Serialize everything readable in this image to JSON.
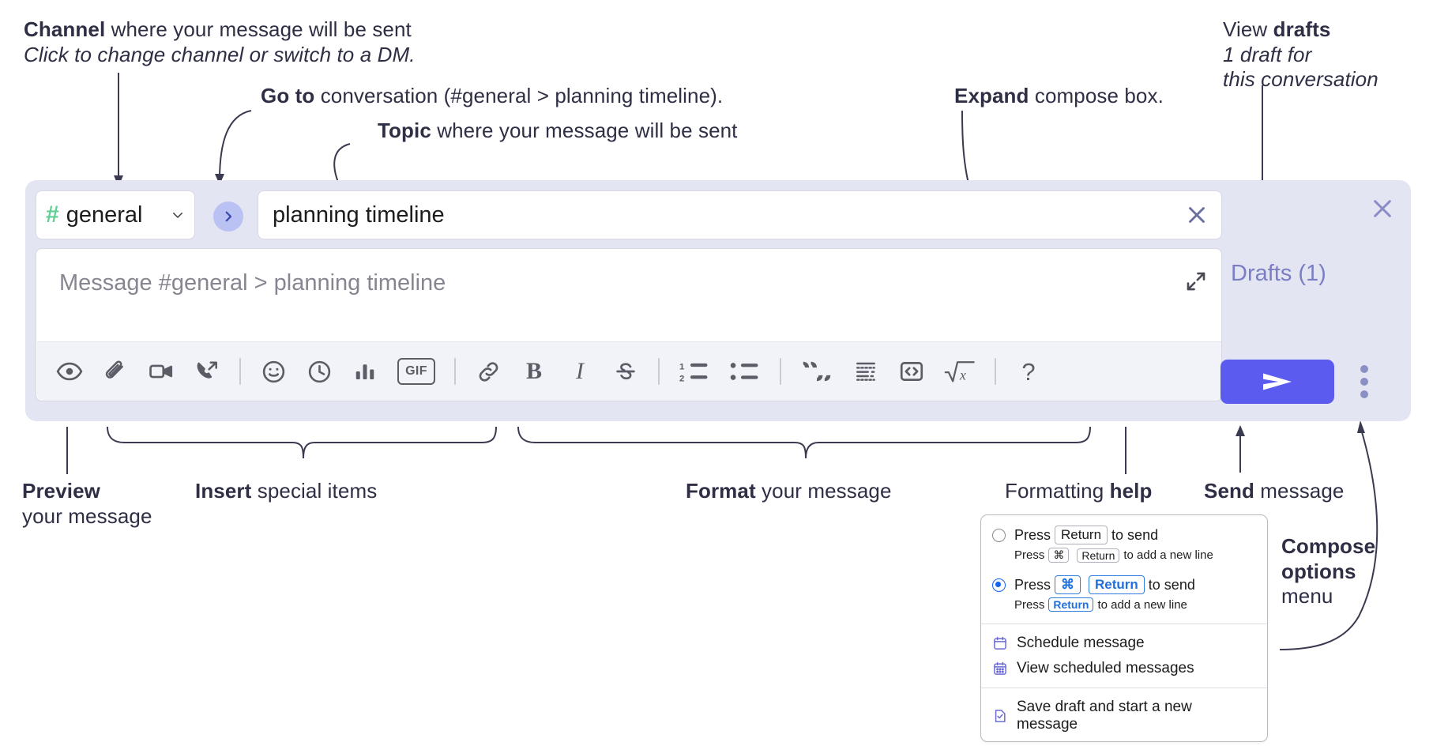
{
  "annotations": {
    "channel": {
      "line1_bold": "Channel",
      "line1_rest": " where your message will be sent",
      "line2_italic": "Click to change channel or switch to a DM."
    },
    "goto": {
      "bold": "Go to",
      "rest": " conversation (#general > planning timeline)."
    },
    "topic": {
      "bold": "Topic",
      "rest": " where your message will be sent"
    },
    "expand": {
      "bold": "Expand",
      "rest": " compose box."
    },
    "drafts": {
      "line1_rest": "View ",
      "line1_bold": "drafts",
      "line2_italic": "1 draft for",
      "line3_italic": "this conversation"
    },
    "preview": {
      "bold": "Preview",
      "rest": "your message"
    },
    "insert": {
      "bold": "Insert",
      "rest": " special items"
    },
    "format": {
      "bold": "Format",
      "rest": " your message"
    },
    "formatting_help": {
      "rest": "Formatting ",
      "bold": "help"
    },
    "send": {
      "bold": "Send",
      "rest": " message"
    },
    "compose_options": {
      "bold1": "Compose",
      "bold2": "options",
      "rest": "menu"
    }
  },
  "compose": {
    "channel_name": "general",
    "hash_symbol": "#",
    "topic_value": "planning timeline",
    "message_placeholder": "Message #general > planning timeline",
    "drafts_label": "Drafts (1)",
    "toolbar": [
      {
        "name": "preview-icon",
        "label": "Preview",
        "type": "icon"
      },
      {
        "name": "attachment-icon",
        "label": "Attach file",
        "type": "icon"
      },
      {
        "name": "video-icon",
        "label": "Record video clip",
        "type": "icon"
      },
      {
        "name": "audio-call-icon",
        "label": "Record audio clip",
        "type": "icon"
      },
      {
        "name": "separator-1",
        "label": "",
        "type": "sep"
      },
      {
        "name": "emoji-icon",
        "label": "Emoji",
        "type": "icon"
      },
      {
        "name": "schedule-icon",
        "label": "Schedule",
        "type": "icon"
      },
      {
        "name": "poll-icon",
        "label": "Poll",
        "type": "icon"
      },
      {
        "name": "gif-icon",
        "label": "GIF",
        "type": "gif"
      },
      {
        "name": "separator-2",
        "label": "",
        "type": "sep"
      },
      {
        "name": "link-icon",
        "label": "Link",
        "type": "icon"
      },
      {
        "name": "bold-icon",
        "label": "B",
        "type": "icon"
      },
      {
        "name": "italic-icon",
        "label": "I",
        "type": "icon"
      },
      {
        "name": "strikethrough-icon",
        "label": "S",
        "type": "icon"
      },
      {
        "name": "separator-3",
        "label": "",
        "type": "sep"
      },
      {
        "name": "ordered-list-icon",
        "label": "Ordered list",
        "type": "icon"
      },
      {
        "name": "bulleted-list-icon",
        "label": "Bulleted list",
        "type": "icon"
      },
      {
        "name": "separator-4",
        "label": "",
        "type": "sep"
      },
      {
        "name": "blockquote-icon",
        "label": "Blockquote",
        "type": "icon"
      },
      {
        "name": "code-block-icon",
        "label": "Code block",
        "type": "icon"
      },
      {
        "name": "inline-code-icon",
        "label": "Inline code",
        "type": "icon"
      },
      {
        "name": "math-icon",
        "label": "Math",
        "type": "icon"
      },
      {
        "name": "separator-5",
        "label": "",
        "type": "sep"
      },
      {
        "name": "help-icon",
        "label": "?",
        "type": "help"
      }
    ]
  },
  "options_menu": {
    "option_1": {
      "selected": false,
      "pre": "Press",
      "key": "Return",
      "post": "to send",
      "sub_pre": "Press",
      "sub_key1": "⌘",
      "sub_key2": "Return",
      "sub_post": "to add a new line"
    },
    "option_2": {
      "selected": true,
      "pre": "Press",
      "key1": "⌘",
      "key2": "Return",
      "post": "to send",
      "sub_pre": "Press",
      "sub_key": "Return",
      "sub_post": "to add a new line"
    },
    "items": [
      {
        "icon": "calendar-icon",
        "label": "Schedule message"
      },
      {
        "icon": "calendar-grid-icon",
        "label": "View scheduled messages"
      },
      {
        "icon": "document-check-icon",
        "label": "Save draft and start a new message"
      }
    ]
  },
  "colors": {
    "panel_bg": "#e3e5f3",
    "send_button": "#5b5bf0",
    "hash_green": "#5fcf93",
    "drafts_purple": "#7a7ec4",
    "goto_circle": "#b9c2f3",
    "toolbar_bg": "#f2f3f9",
    "text_dark": "#2e2e45",
    "menu_icon_purple": "#6b6bd6"
  }
}
